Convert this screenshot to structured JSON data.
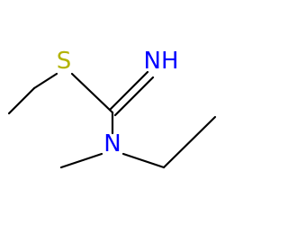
{
  "molecule": {
    "atoms": {
      "sulfur": {
        "label": "S",
        "color": "#b3b300"
      },
      "imine": {
        "label": "NH",
        "color": "#0000ff"
      },
      "amine": {
        "label": "N",
        "color": "#0000ff"
      }
    },
    "bond_color": "#000000"
  }
}
